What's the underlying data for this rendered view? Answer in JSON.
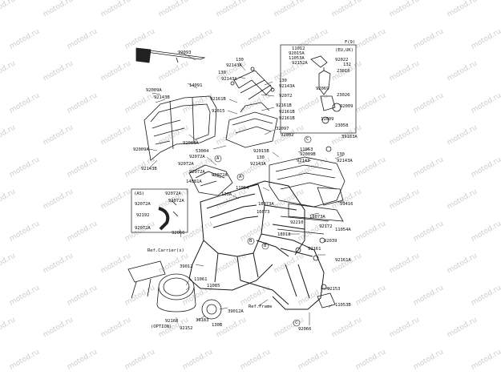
{
  "colors": {
    "line": "#1a1a1a",
    "watermark": "#cccccc",
    "background": "#ffffff"
  },
  "watermark": "motod.ru",
  "labels": {
    "p92093": "92093",
    "p14091": "14091",
    "p92009A_top": "92009A",
    "p92143B_top": "92143B",
    "p92083A": "92083A",
    "p92009A_bot": "92009A",
    "p92143B_bot": "92143B",
    "p130_a": "130",
    "p92143A_a": "92143A",
    "p130_b": "130",
    "p92143A_b": "92143A",
    "p130_c": "130",
    "p92143A_c": "92143A",
    "p92072_a": "92072",
    "p92161B_a": "92161B",
    "p92015": "92015",
    "p92161B_b": "92161B",
    "p92161B_c": "92161B",
    "p92161B_d": "92161B",
    "p32097": "32097",
    "p53004": "53004",
    "p92072A_a": "92072A",
    "p92072A_b": "92072A",
    "p92072A_c": "92072A",
    "p14081A": "14081A",
    "p92072A_d": "92072A",
    "p11054": "11054",
    "p130A": "130A",
    "p92015B": "92015B",
    "p130_d": "130",
    "p92143A_d": "92143A",
    "p92002": "92002",
    "p11053": "11053",
    "p92009B": "92009B",
    "p92143": "92143",
    "p39183A": "39183A",
    "p130_e": "130",
    "p92143A_e": "92143A",
    "p18073A_a": "18073A",
    "p16073": "16073",
    "p18073A_b": "18073A",
    "p59416": "59416",
    "p92210": "92210",
    "p18018": "18018",
    "p92172": "92172",
    "p11054A": "11054A",
    "p92039": "92039",
    "p92161": "92161",
    "p92161A": "92161A",
    "p92153": "92153",
    "p11053B": "11053B",
    "p92066_a": "92066",
    "p92066_b": "92066",
    "as_note": "(AS)",
    "as_92072A_a": "92072A",
    "as_92072A_b": "92072A",
    "as_92072A_c": "92072A",
    "as_92192": "92192",
    "as_92072A_d": "92072A",
    "ref_carrier": "Ref.Carrier(s)",
    "ref_frame": "Ref.Frame",
    "p39012": "39012",
    "p11061": "11061",
    "p11085": "11085",
    "p39012A": "39012A",
    "p92160": "92160",
    "p39183": "39183",
    "option_note": "(OPTION)",
    "p92152": "92152",
    "p130B": "130B",
    "eu_code": "F(9)",
    "eu_11012": "11012",
    "eu_92015A": "92015A",
    "eu_11053A": "11053A",
    "eu_92152A": "92152A",
    "eu_note": "(EU,UK)",
    "eu_92022": "92022",
    "eu_132": "132",
    "eu_23016": "23016",
    "eu_92069": "92069",
    "eu_23026": "23026",
    "eu_92009": "92009",
    "eu_11009": "11009",
    "eu_23058": "23058",
    "c_A1": "A",
    "c_A2": "A",
    "c_B1": "B",
    "c_B2": "B",
    "c_C1": "C",
    "c_C2": "C"
  }
}
